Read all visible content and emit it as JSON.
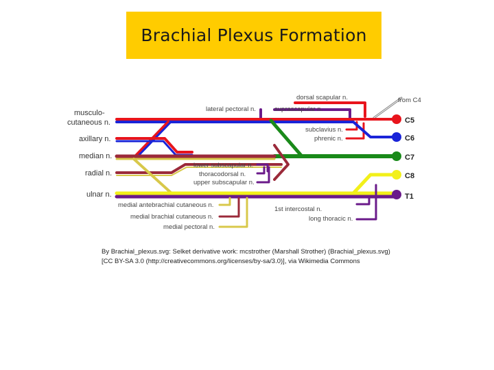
{
  "title": "Brachial Plexus Formation",
  "roots": {
    "from_c4": "from C4",
    "c5": "C5",
    "c6": "C6",
    "c7": "C7",
    "c8": "C8",
    "t1": "T1"
  },
  "terminal_nerves": {
    "musculocutaneous_line1": "musculo-",
    "musculocutaneous_line2": "cutaneous n.",
    "axillary": "axillary n.",
    "median": "median n.",
    "radial": "radial n.",
    "ulnar": "ulnar n."
  },
  "branch_labels": {
    "dorsal_scapular": "dorsal scapular n.",
    "lateral_pectoral": "lateral pectoral n.",
    "suprascapular": "suprascapular n.",
    "subclavius": "subclavius n.",
    "phrenic": "phrenic n.",
    "lower_subscapular": "lower subscapular n.",
    "thoracodorsal": "thoracodorsal n.",
    "upper_subscapular": "upper subscapular n.",
    "medial_antebrachial_cutaneous": "medial antebrachial cutaneous n.",
    "medial_brachial_cutaneous": "medial brachial cutaneous n.",
    "medial_pectoral": "medial pectoral n.",
    "first_intercostal": "1st intercostal n.",
    "long_thoracic": "long thoracic n."
  },
  "colors": {
    "c5": "#e8141c",
    "c6": "#1a24d8",
    "c7": "#1a8a1a",
    "c8": "#f2f01a",
    "t1": "#6a1a8a",
    "title_bg": "#ffcc00"
  },
  "caption": {
    "line1": "By Brachial_plexus.svg: Selket derivative work: mcstrother (Marshall Strother) (Brachial_plexus.svg)",
    "line2": "[CC BY-SA 3.0 (http://creativecommons.org/licenses/by-sa/3.0)], via Wikimedia Commons"
  }
}
